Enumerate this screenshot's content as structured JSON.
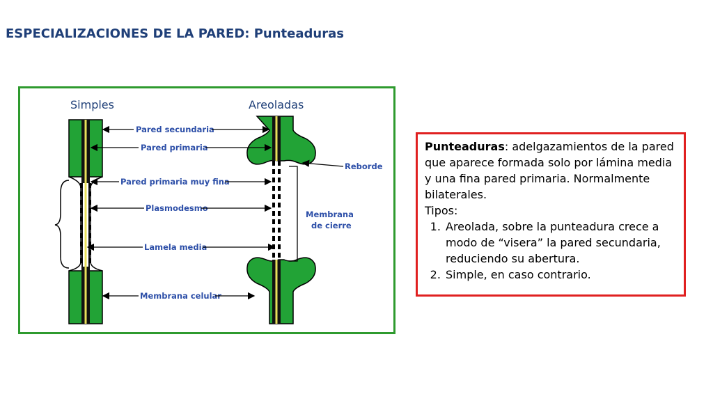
{
  "title": "ESPECIALIZACIONES DE LA PARED: Punteaduras",
  "diagram": {
    "headings": {
      "left": "Simples",
      "right": "Areoladas"
    },
    "labels": {
      "pared_secundaria": "Pared secundaria",
      "pared_primaria": "Pared primaria",
      "pared_primaria_muy_fina": "Pared primaria muy fina",
      "plasmodesmo": "Plasmodesmo",
      "lamela_media": "Lamela media",
      "membrana_celular": "Membrana celular",
      "reborde": "Reborde",
      "membrana_de_cierre_1": "Membrana",
      "membrana_de_cierre_2": "de cierre"
    },
    "colors": {
      "wall_green": "#22a336",
      "lamella_yellow": "#e8e05a",
      "label_blue": "#2d4fa8",
      "frame_green": "#2e9a2e"
    }
  },
  "textbox": {
    "term": "Punteaduras",
    "definition": ": adelgazamientos de la pared que aparece formada solo por lámina media y una fina pared primaria. Normalmente bilaterales.",
    "tipos_label": "Tipos:",
    "items": [
      "Areolada, sobre la punteadura crece a modo de “visera” la pared secundaria, reduciendo su abertura.",
      "Simple, en caso contrario."
    ],
    "border_color": "#e02020"
  }
}
